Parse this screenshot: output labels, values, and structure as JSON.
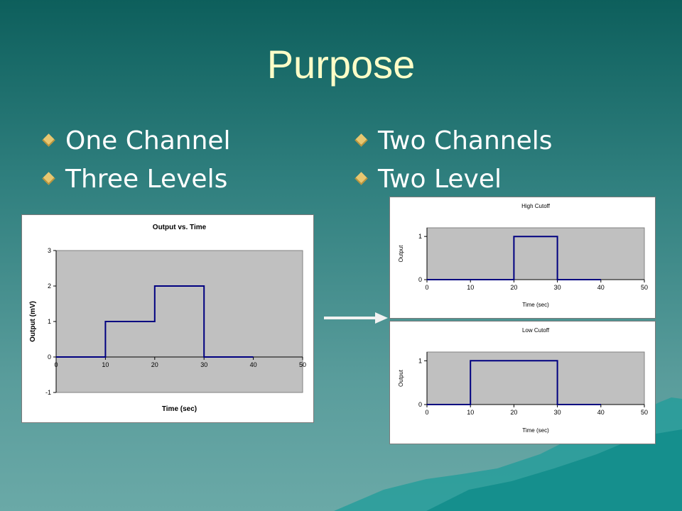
{
  "slide": {
    "title": "Purpose",
    "bullets_left": [
      "One Channel",
      "Three Levels"
    ],
    "bullets_right": [
      "Two Channels",
      "Two Level"
    ],
    "colors": {
      "title": "#ffffc8",
      "bullet_text": "#ffffff",
      "bullet_marker": "#e8c770",
      "series": "#000080",
      "plot_area": "#c0c0c0"
    }
  },
  "chart_data": [
    {
      "type": "line",
      "title": "Output vs. Time",
      "xlabel": "Time (sec)",
      "ylabel": "Output (mV)",
      "xlim": [
        0,
        50
      ],
      "ylim": [
        -1,
        3
      ],
      "xticks": [
        0,
        10,
        20,
        30,
        40,
        50
      ],
      "yticks": [
        -1,
        0,
        1,
        2,
        3
      ],
      "grid": false,
      "series": [
        {
          "x": [
            0,
            10,
            10,
            20,
            20,
            30,
            30,
            40
          ],
          "y": [
            0,
            0,
            1,
            1,
            2,
            2,
            0,
            0
          ]
        }
      ]
    },
    {
      "type": "line",
      "title": "High Cutoff",
      "xlabel": "Time (sec)",
      "ylabel": "Output",
      "xlim": [
        0,
        50
      ],
      "ylim": [
        0,
        1.2
      ],
      "xticks": [
        0,
        10,
        20,
        30,
        40,
        50
      ],
      "yticks": [
        0,
        1
      ],
      "grid": false,
      "series": [
        {
          "x": [
            0,
            20,
            20,
            30,
            30,
            40
          ],
          "y": [
            0,
            0,
            1,
            1,
            0,
            0
          ]
        }
      ]
    },
    {
      "type": "line",
      "title": "Low Cutoff",
      "xlabel": "Time (sec)",
      "ylabel": "Output",
      "xlim": [
        0,
        50
      ],
      "ylim": [
        0,
        1.2
      ],
      "xticks": [
        0,
        10,
        20,
        30,
        40,
        50
      ],
      "yticks": [
        0,
        1
      ],
      "grid": false,
      "series": [
        {
          "x": [
            0,
            10,
            10,
            30,
            30,
            40
          ],
          "y": [
            0,
            0,
            1,
            1,
            0,
            0
          ]
        }
      ]
    }
  ]
}
